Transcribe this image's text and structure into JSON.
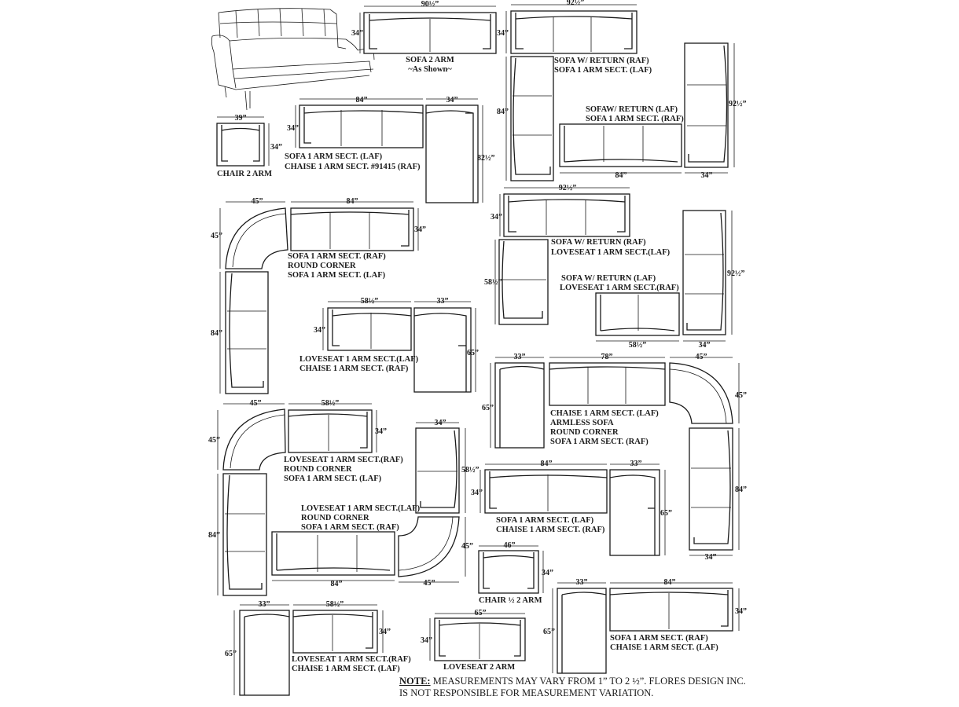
{
  "configurations": [
    {
      "id": "sofa2",
      "lines": [
        "SOFA 2 ARM",
        "~As Shown~"
      ],
      "dims": {
        "w": "90½”",
        "d": "34”"
      }
    },
    {
      "id": "sofaRet1",
      "lines": [
        "SOFA W/ RETURN (RAF)",
        "SOFA 1 ARM SECT. (LAF)"
      ],
      "dims": {
        "w": "92½”",
        "d": "34”",
        "l": "84”"
      }
    },
    {
      "id": "sofaRet2",
      "lines": [
        "SOFAW/ RETURN (LAF)",
        "SOFA 1 ARM SECT. (RAF)"
      ],
      "dims": {
        "l": "92½”",
        "w": "84”",
        "d": "34”"
      }
    },
    {
      "id": "chair2",
      "lines": [
        "CHAIR 2 ARM"
      ],
      "dims": {
        "w": "39”",
        "d": "34”"
      }
    },
    {
      "id": "sofaChaise1",
      "lines": [
        "SOFA 1 ARM SECT. (LAF)",
        "CHAISE 1 ARM SECT. #91415 (RAF)"
      ],
      "dims": {
        "w": "84”",
        "d": "34”",
        "cw": "34”",
        "cl": "82½”"
      }
    },
    {
      "id": "sofaRound1",
      "lines": [
        "SOFA 1 ARM SECT. (RAF)",
        "ROUND CORNER",
        "SOFA 1 ARM SECT. (LAF)"
      ],
      "dims": {
        "cw": "45”",
        "ch": "45”",
        "w": "84”",
        "d": "34”",
        "l": "84”"
      }
    },
    {
      "id": "loveRet1",
      "lines": [
        "SOFA W/ RETURN (RAF)",
        "LOVESEAT 1 ARM SECT.(LAF)"
      ],
      "dims": {
        "w": "92½”",
        "d": "34”",
        "l": "58½”"
      }
    },
    {
      "id": "loveRet2",
      "lines": [
        "SOFA  W/ RETURN (LAF)",
        "LOVESEAT 1 ARM SECT.(RAF)"
      ],
      "dims": {
        "l": "92½”",
        "w": "58½”",
        "d": "34”"
      }
    },
    {
      "id": "loveChaise1",
      "lines": [
        "LOVESEAT 1 ARM SECT.(LAF)",
        "CHAISE 1 ARM SECT. (RAF)"
      ],
      "dims": {
        "w": "58½”",
        "d": "34”",
        "cw": "33”",
        "cl": "65”"
      }
    },
    {
      "id": "chaiseArmless",
      "lines": [
        "CHAISE 1 ARM SECT. (LAF)",
        "ARMLESS SOFA",
        "ROUND CORNER",
        "SOFA 1 ARM SECT. (RAF)"
      ],
      "dims": {
        "cw": "33”",
        "cl": "65”",
        "w": "78”",
        "rw": "45”",
        "rh": "45”",
        "l": "84”",
        "d": "34”"
      }
    },
    {
      "id": "loveRound1",
      "lines": [
        "LOVESEAT 1 ARM SECT.(RAF)",
        "ROUND CORNER",
        "SOFA 1 ARM SECT. (LAF)"
      ],
      "dims": {
        "cw": "45”",
        "ch": "45”",
        "w": "58½”",
        "d": "34”",
        "l": "84”"
      }
    },
    {
      "id": "loveRound2",
      "lines": [
        "LOVESEAT 1 ARM SECT.(LAF)",
        "ROUND CORNER",
        "SOFA 1 ARM SECT. (RAF)"
      ],
      "dims": {
        "d": "34”",
        "l": "58½”",
        "rw": "45”",
        "rh": "45”",
        "w": "84”"
      }
    },
    {
      "id": "sofaChaise2",
      "lines": [
        "SOFA 1 ARM SECT. (LAF)",
        "CHAISE 1 ARM SECT. (RAF)"
      ],
      "dims": {
        "w": "84”",
        "d": "34”",
        "cw": "33”",
        "cl": "65”"
      }
    },
    {
      "id": "chairHalf",
      "lines": [
        "CHAIR ½  2 ARM"
      ],
      "dims": {
        "w": "46”",
        "d": "34”"
      }
    },
    {
      "id": "sofaChaise3",
      "lines": [
        "SOFA 1 ARM SECT. (RAF)",
        "CHAISE 1 ARM SECT. (LAF)"
      ],
      "dims": {
        "cw": "33”",
        "cl": "65”",
        "w": "84”",
        "d": "34”"
      }
    },
    {
      "id": "loveChaise2",
      "lines": [
        "LOVESEAT 1 ARM SECT.(RAF)",
        "CHAISE 1 ARM SECT. (LAF)"
      ],
      "dims": {
        "cw": "33”",
        "cl": "65”",
        "w": "58½”",
        "d": "34”"
      }
    },
    {
      "id": "love2",
      "lines": [
        "LOVESEAT 2 ARM"
      ],
      "dims": {
        "w": "65”",
        "d": "34”"
      }
    }
  ],
  "note": {
    "head": "NOTE:",
    "text": " MEASUREMENTS MAY VARY FROM 1” TO 2 ½”. FLORES DESIGN INC.",
    "line2": "IS NOT RESPONSIBLE FOR MEASUREMENT VARIATION."
  },
  "icons": {
    "perspective": "sofa-perspective-illustration"
  }
}
